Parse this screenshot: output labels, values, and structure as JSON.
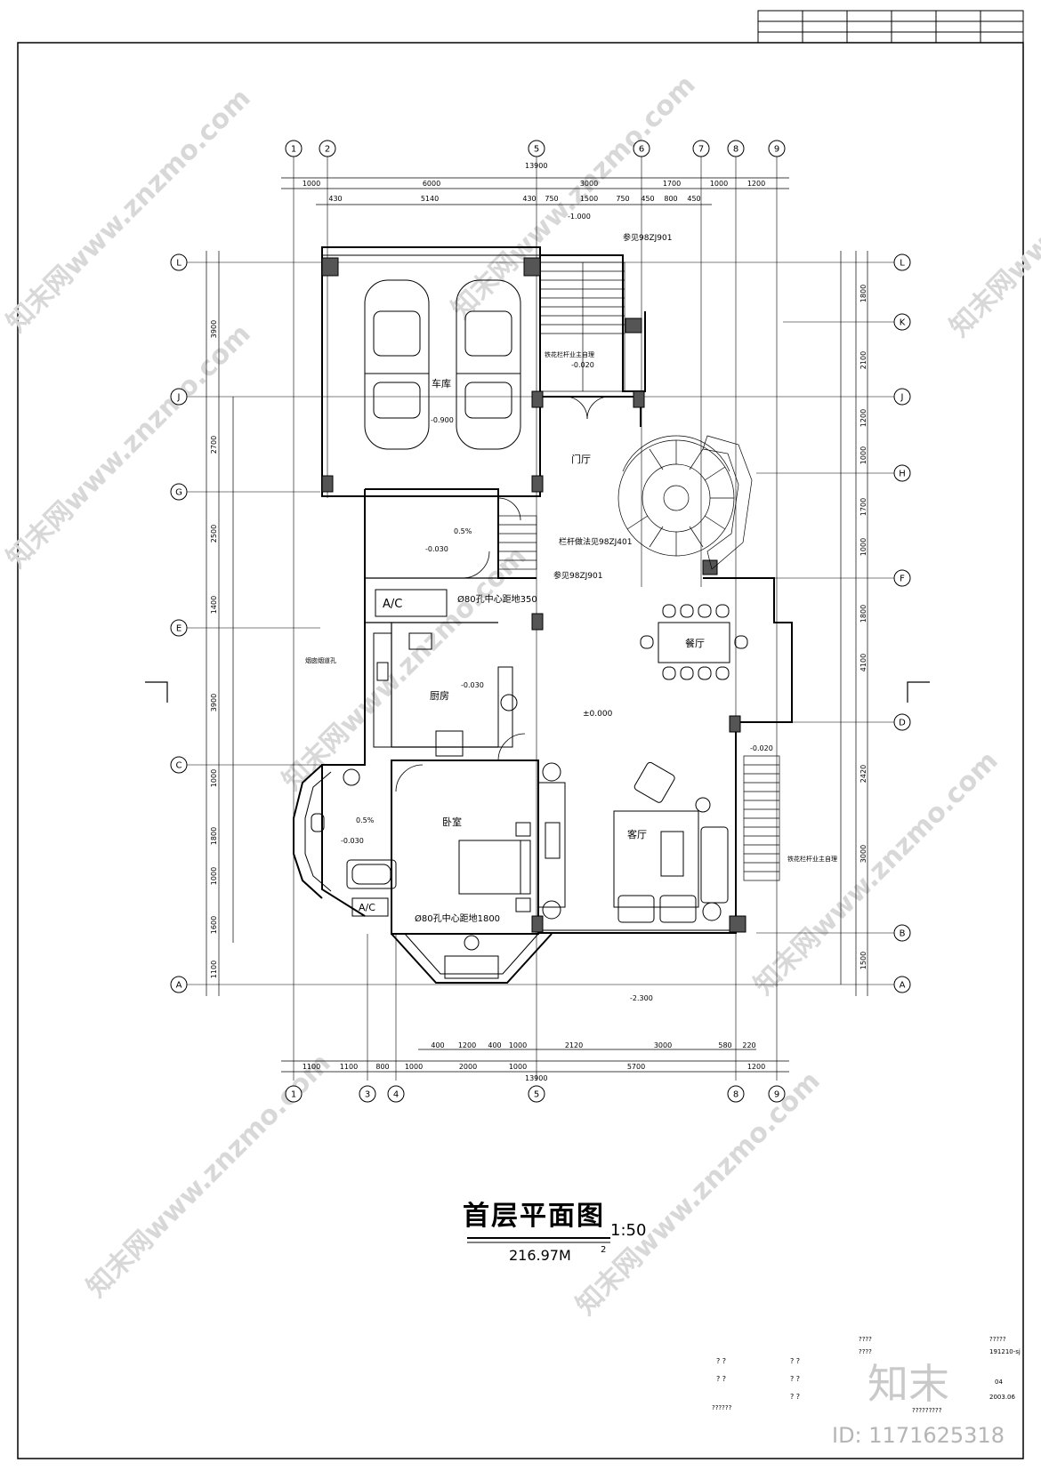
{
  "drawing": {
    "title": "首层平面图",
    "scale": "1:50",
    "area": "216.97M",
    "area_sup": "2"
  },
  "rooms": {
    "garage": "车库",
    "foyer": "门厅",
    "dining": "餐厅",
    "kitchen": "厨房",
    "bedroom": "卧室",
    "living": "客厅"
  },
  "labels": {
    "ac1": "A/C",
    "ac2": "A/C",
    "hole1": "Ø80孔中心距地350",
    "hole2": "Ø80孔中心距地1800",
    "rail1": "栏杆做法见98ZJ401",
    "ref1": "参见98ZJ901",
    "ref2": "参见98ZJ901",
    "stair_note1": "铁花栏杆业主自理",
    "stair_note2": "铁花栏杆业主自理",
    "flue": "烟囱烟道孔",
    "lvl_0": "±0.000",
    "lvl_1": "-1.000",
    "lvl_2": "-0.020",
    "lvl_3": "-0.900",
    "lvl_4": "-0.030",
    "lvl_5": "-0.030",
    "lvl_6": "-0.030",
    "lvl_7": "-2.300",
    "lvl_8": "-0.020",
    "slope1": "0.5%",
    "slope2": "0.5%",
    "dim_total": "13900"
  },
  "grid_top": [
    "1",
    "2",
    "5",
    "6",
    "7",
    "8",
    "9"
  ],
  "grid_bottom": [
    "1",
    "3",
    "4",
    "5",
    "8",
    "9"
  ],
  "grid_left": [
    "L",
    "J",
    "G",
    "E",
    "C",
    "A"
  ],
  "grid_right": [
    "L",
    "K",
    "J",
    "H",
    "F",
    "D",
    "B",
    "A"
  ],
  "dims_top1": [
    "1000",
    "6000",
    "3000",
    "1700",
    "1000",
    "1200"
  ],
  "dims_top2": [
    "430",
    "5140",
    "430",
    "750",
    "1500",
    "750",
    "450",
    "800",
    "450"
  ],
  "dims_bottom1": [
    "1100",
    "1100",
    "800",
    "1000",
    "2000",
    "1000",
    "5700",
    "1200"
  ],
  "dims_bottom2": [
    "400",
    "1200",
    "400",
    "1000",
    "2120",
    "3000",
    "580",
    "220"
  ],
  "dims_left": [
    "3900",
    "2700",
    "2500",
    "1400",
    "3900",
    "1000",
    "1800",
    "1000",
    "1600",
    "1100"
  ],
  "dims_right": [
    "1800",
    "2100",
    "1200",
    "1000",
    "1700",
    "1000",
    "1800",
    "4100",
    "2420",
    "3000",
    "1500"
  ],
  "tbl_right": {
    "r1": "?????",
    "r2": "191210-sj",
    "r3": "04",
    "r4": "2003.06",
    "q1": "????",
    "q2": "????",
    "sig": "?????????",
    "sig2": "??????"
  },
  "watermark": {
    "site": "知末网www.znzmo.com",
    "logo": "知末",
    "id": "ID: 1171625318"
  },
  "colors": {
    "line": "#000000",
    "watermark": "#cccccc",
    "paper": "#ffffff"
  }
}
